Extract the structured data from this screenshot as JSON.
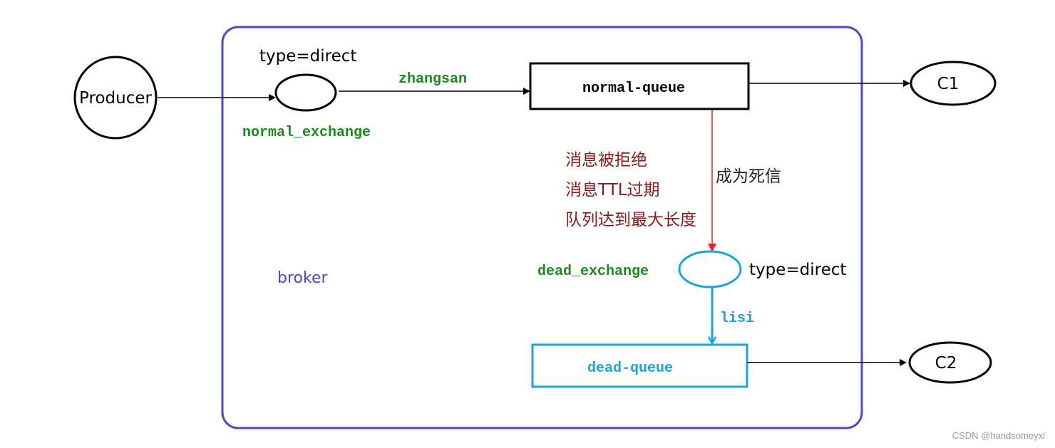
{
  "diagram": {
    "producer": "Producer",
    "normal_exchange": {
      "name": "normal_exchange",
      "type": "type=direct"
    },
    "routing_key_normal": "zhangsan",
    "normal_queue": "normal-queue",
    "consumer1": "C1",
    "dead_letter": {
      "edge_label": "成为死信",
      "reasons": [
        "消息被拒绝",
        "消息TTL过期",
        "队列达到最大长度"
      ]
    },
    "dead_exchange": {
      "name": "dead_exchange",
      "type": "type=direct"
    },
    "routing_key_dead": "lisi",
    "dead_queue": "dead-queue",
    "consumer2": "C2",
    "broker_label": "broker"
  },
  "colors": {
    "broker_border": "#4b4bc8",
    "broker_label": "#4b4bc8",
    "green_label": "#1a8a1a",
    "cyan": "#1aa3dc",
    "red_arrow": "#ee2222",
    "reason_text": "#8b1a1a",
    "black": "#000000"
  },
  "watermark": "CSDN @handsomeyxl"
}
